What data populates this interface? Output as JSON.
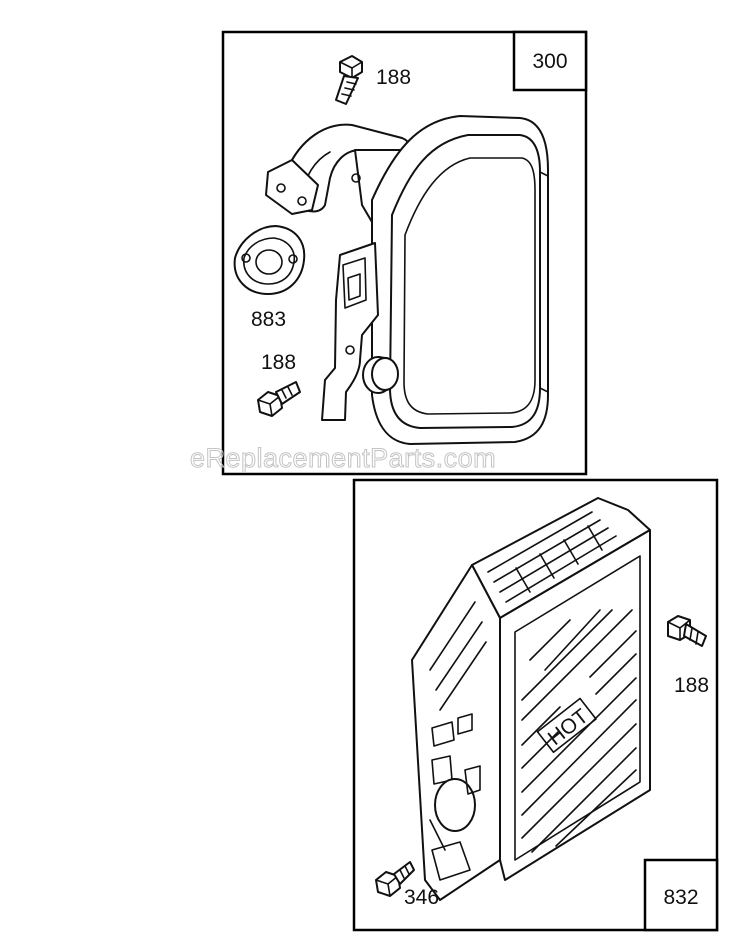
{
  "watermark": "eReplacementParts.com",
  "panels": [
    {
      "ref": "300",
      "parts": [
        {
          "label": "188"
        },
        {
          "label": "883"
        },
        {
          "label": "188"
        }
      ]
    },
    {
      "ref": "832",
      "guard_marking": "HOT",
      "parts": [
        {
          "label": "188"
        },
        {
          "label": "346"
        }
      ]
    }
  ],
  "icons": [
    "bolt-icon",
    "gasket-icon",
    "muffler-icon",
    "muffler-guard-icon"
  ]
}
